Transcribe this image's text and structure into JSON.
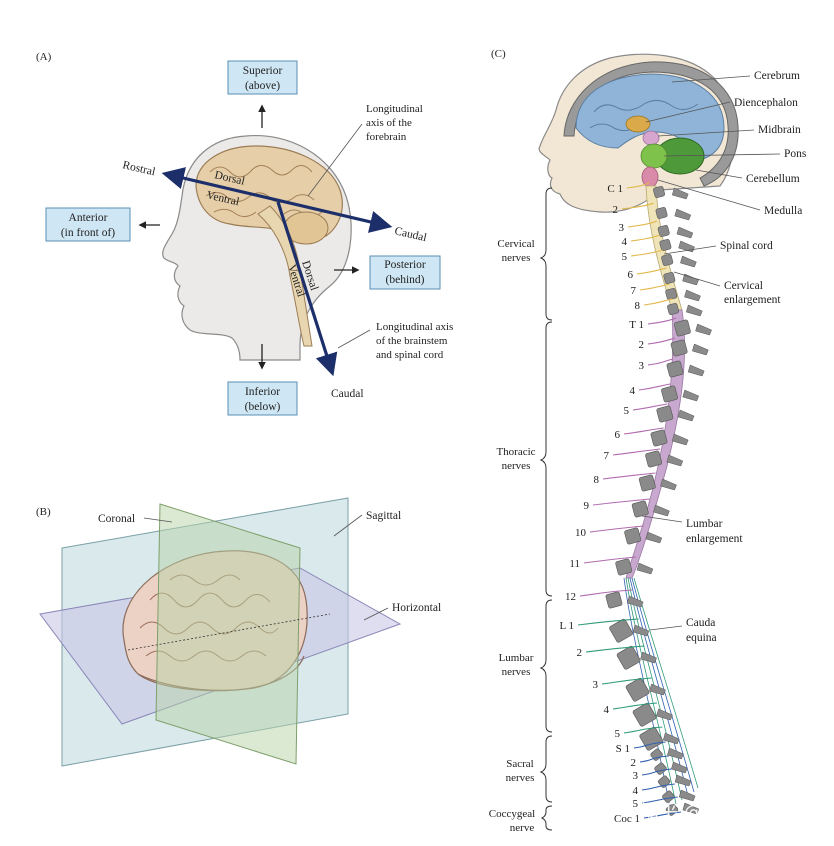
{
  "panel_a": {
    "label": "(A)",
    "superior": [
      "Superior",
      "(above)"
    ],
    "inferior": [
      "Inferior",
      "(below)"
    ],
    "anterior": [
      "Anterior",
      "(in front of)"
    ],
    "posterior": [
      "Posterior",
      "(behind)"
    ],
    "rostral": "Rostral",
    "caudal_forebrain": "Caudal",
    "caudal_spinal": "Caudal",
    "dorsal_forebrain": "Dorsal",
    "ventral_forebrain": "Ventral",
    "dorsal_brainstem": "Dorsal",
    "ventral_brainstem": "Ventral",
    "axis_forebrain": [
      "Longitudinal",
      "axis of the",
      "forebrain"
    ],
    "axis_brainstem": [
      "Longitudinal axis",
      "of the brainstem",
      "and spinal cord"
    ]
  },
  "panel_b": {
    "label": "(B)",
    "coronal": "Coronal",
    "sagittal": "Sagittal",
    "horizontal": "Horizontal"
  },
  "panel_c": {
    "label": "(C)",
    "structures": [
      "Cerebrum",
      "Diencephalon",
      "Midbrain",
      "Pons",
      "Cerebellum",
      "Medulla",
      "Spinal cord"
    ],
    "cervical_enlargement": [
      "Cervical",
      "enlargement"
    ],
    "lumbar_enlargement": [
      "Lumbar",
      "enlargement"
    ],
    "cauda_equina": [
      "Cauda",
      "equina"
    ],
    "groups": [
      {
        "lines": [
          "Cervical",
          "nerves"
        ]
      },
      {
        "lines": [
          "Thoracic",
          "nerves"
        ]
      },
      {
        "lines": [
          "Lumbar",
          "nerves"
        ]
      },
      {
        "lines": [
          "Sacral",
          "nerves"
        ]
      },
      {
        "lines": [
          "Coccygeal",
          "nerve"
        ]
      }
    ],
    "cervical_numbers": [
      "C 1",
      "2",
      "3",
      "4",
      "5",
      "6",
      "7",
      "8"
    ],
    "thoracic_numbers": [
      "T 1",
      "2",
      "3",
      "4",
      "5",
      "6",
      "7",
      "8",
      "9",
      "10",
      "11",
      "12"
    ],
    "lumbar_numbers": [
      "L 1",
      "2",
      "3",
      "4",
      "5"
    ],
    "sacral_numbers": [
      "S 1",
      "2",
      "3",
      "4",
      "5"
    ],
    "coccygeal_numbers": [
      "Coc 1"
    ]
  },
  "watermark": "知乎 @ZY Zhao",
  "colors": {
    "box_fill": "#cfe6f4",
    "arrow_navy": "#1c2f6b",
    "cerebrum": "#8fb4d8",
    "diencephalon": "#d9a94a",
    "midbrain": "#d7a6cf",
    "pons": "#7fc24b",
    "cerebellum": "#4e9a3a",
    "medulla": "#d98aa8",
    "spinal_cord": "#efe4b8",
    "lumbar_cord": "#c8a8cf",
    "vertebra": "#8a8a8a",
    "cervical_nerve": "#e2b84a",
    "thoracic_nerve": "#b06ab0",
    "lumbar_nerve": "#2f9a7a",
    "sacral_nerve": "#3060b0"
  }
}
